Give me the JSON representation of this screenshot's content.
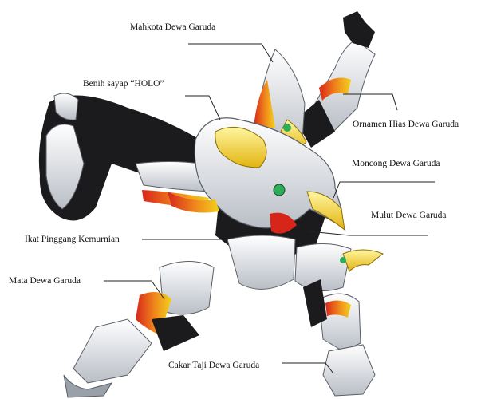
{
  "labels": {
    "mahkota": "Mahkota Dewa Garuda",
    "benih": "Benih sayap “HOLO”",
    "ornamen": "Ornamen Hias Dewa Garuda",
    "moncong": "Moncong Dewa Garuda",
    "mulut": "Mulut Dewa Garuda",
    "ikat": "Ikat Pinggang Kemurnian",
    "mata": "Mata Dewa Garuda",
    "cakar": "Cakar Taji Dewa Garuda"
  },
  "colors": {
    "armor_white": "#e9ebee",
    "armor_shadow": "#9aa0a8",
    "suit_black": "#1b1b1d",
    "gold": "#f2d21b",
    "flame_red": "#d8251a",
    "flame_orange": "#f08a1c",
    "eye_green": "#2fae5a",
    "leader_line": "#222222"
  }
}
